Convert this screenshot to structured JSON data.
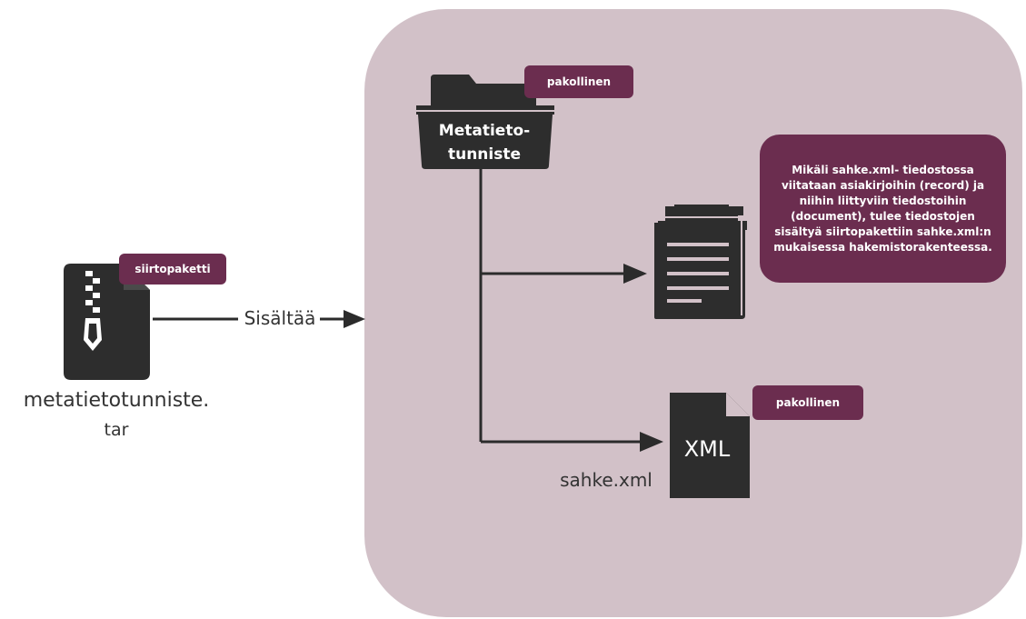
{
  "archive": {
    "icon": "zip-file-icon",
    "badge": "siirtopaketti",
    "filename_line1": "metatietotunniste.",
    "filename_line2": "tar"
  },
  "relation_label": "Sisältää",
  "folder": {
    "icon": "folder-icon",
    "label_line1": "Metatieto-",
    "label_line2": "tunniste",
    "badge": "pakollinen"
  },
  "documents": {
    "icon": "documents-icon",
    "note": "Mikäli sahke.xml- tiedostossa viitataan asiakirjoihin (record) ja niihin liittyviin  tiedostoihin (document), tulee tiedostojen sisältyä siirtopakettiin sahke.xml:n mukaisessa hakemistorakenteessa."
  },
  "xml_file": {
    "icon": "xml-file-icon",
    "icon_text": "XML",
    "badge": "pakollinen",
    "filename": "sahke.xml"
  },
  "colors": {
    "region": "#d2c1c8",
    "badge": "#6b2d4f",
    "icon": "#2d2d2d",
    "connector": "#2b2b2b"
  }
}
